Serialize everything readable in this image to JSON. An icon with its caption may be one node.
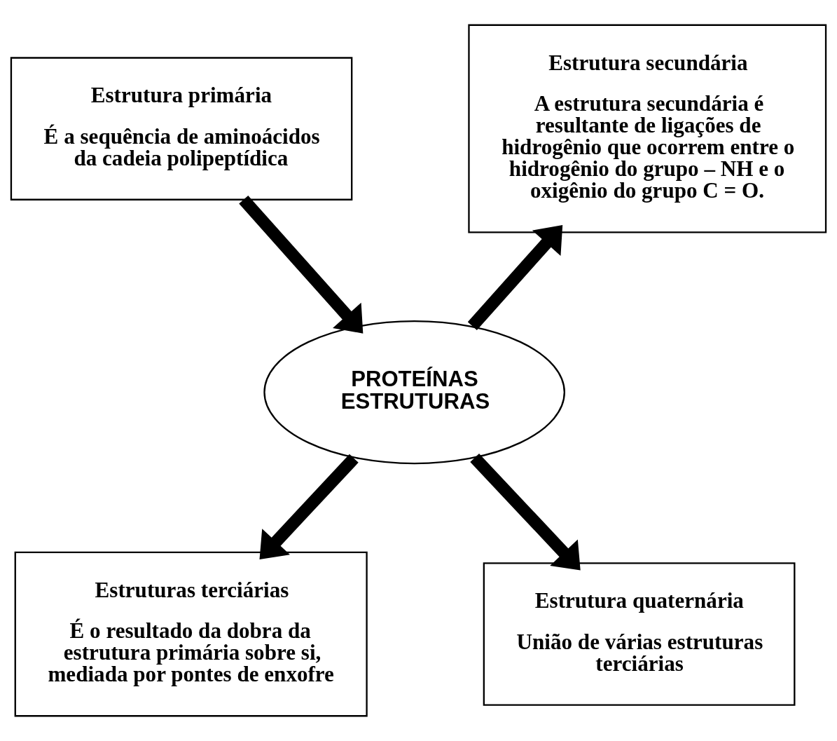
{
  "diagram": {
    "nodes": [
      {
        "text": [
          "Estrutura primária",
          "É a sequência de aminoácidos da cadeia polipeptídica"
        ]
      },
      {
        "text": [
          "Estrutura secundária",
          "A estrutura secundária é resultante de ligações de hidrogênio que ocorrem entre o hidrogênio do grupo – NH e o oxigênio do grupo C = O."
        ]
      },
      {
        "text": [
          "PROTEÍNAS ESTRUTURAS"
        ]
      },
      {
        "text": [
          "Estruturas terciárias",
          "É o resultado da dobra da estrutura primária sobre si, mediada por pontes de enxofre"
        ]
      },
      {
        "text": [
          "Estrutura quaternária",
          "União de várias estruturas terciárias"
        ]
      }
    ],
    "edges": [
      {
        "from": 0,
        "to": 2,
        "arrow": "to"
      },
      {
        "from": 2,
        "to": 1,
        "arrow": "to"
      },
      {
        "from": 2,
        "to": 3,
        "arrow": "to"
      },
      {
        "from": 2,
        "to": 4,
        "arrow": "to"
      }
    ]
  }
}
